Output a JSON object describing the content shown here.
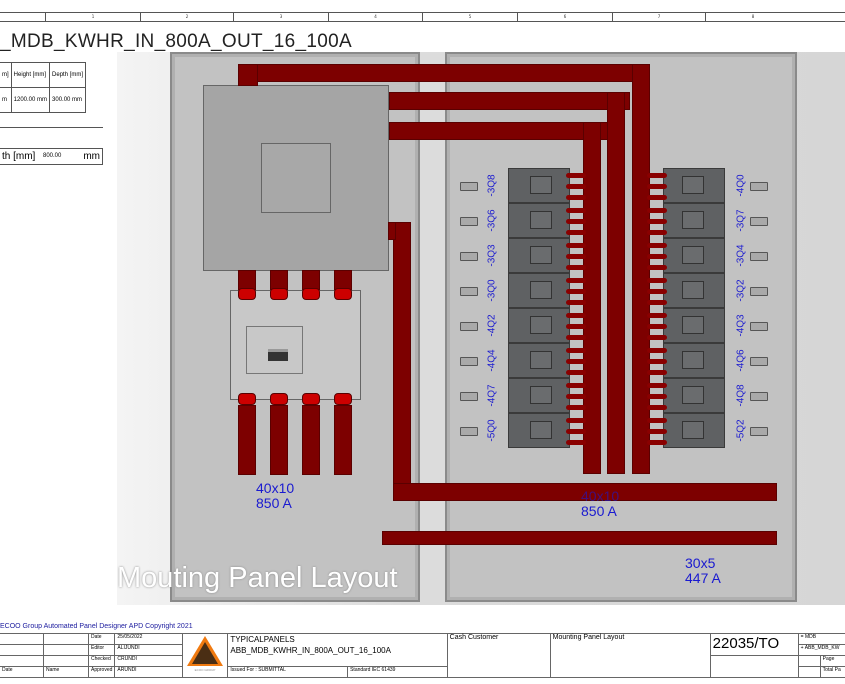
{
  "ruler": {
    "columns": [
      "1",
      "2",
      "3",
      "4",
      "5",
      "6",
      "7",
      "8"
    ]
  },
  "title": "_MDB_KWHR_IN_800A_OUT_16_100A",
  "dims_table": {
    "headers": [
      "m]",
      "Height [mm]",
      "Depth [mm]"
    ],
    "values": [
      "m",
      "1200.00 mm",
      "300.00 mm"
    ]
  },
  "depth_field": {
    "label": "th [mm]",
    "value": "800.00",
    "unit": "mm"
  },
  "busbars": {
    "incoming": {
      "size": "40x10",
      "rating": "850 A"
    },
    "main": {
      "size": "40x10",
      "rating": "850 A"
    },
    "neutral": {
      "size": "30x5",
      "rating": "447 A"
    }
  },
  "breakers": {
    "left": [
      "-3Q8",
      "-3Q6",
      "-3Q3",
      "-3Q0",
      "-4Q2",
      "-4Q4",
      "-4Q7",
      "-5Q0"
    ],
    "right": [
      "-4Q0",
      "-3Q7",
      "-3Q4",
      "-3Q2",
      "-4Q3",
      "-4Q6",
      "-4Q8",
      "-5Q2"
    ]
  },
  "overlay_title": "Mouting Panel Layout",
  "copyright": "ECOO Group Automated Panel Designer APD Copyright 2021",
  "title_block": {
    "rev_headers": [
      "Date",
      "Name"
    ],
    "date_label": "Date",
    "date": "25/05/2022",
    "editor_label": "Editor",
    "editor": "ALIJUNDI",
    "checked_label": "Checked",
    "checked": "CRUNDI",
    "approved_label": "Approved",
    "approved": "ARUNDI",
    "logo_text": "ECOO GROUP",
    "project": "TYPICALPANELS",
    "drawing": "ABB_MDB_KWHR_IN_800A_OUT_16_100A",
    "issued_label": "Issued For :",
    "issued": "SUBMITTAL",
    "standard_label": "Standard",
    "standard": "IEC 61439",
    "customer": "Cash Customer",
    "sheet_title": "Mounting Panel Layout",
    "drawing_no": "22035/TO",
    "ref1": "= MDB",
    "ref2": "+ ABB_MDB_KW",
    "page_label": "Page",
    "total_label": "Total Pa"
  },
  "colors": {
    "copper": "#7d0000",
    "annotation": "#1a1ad0",
    "panel": "#c2c2c2",
    "logo": "#f07a10"
  }
}
